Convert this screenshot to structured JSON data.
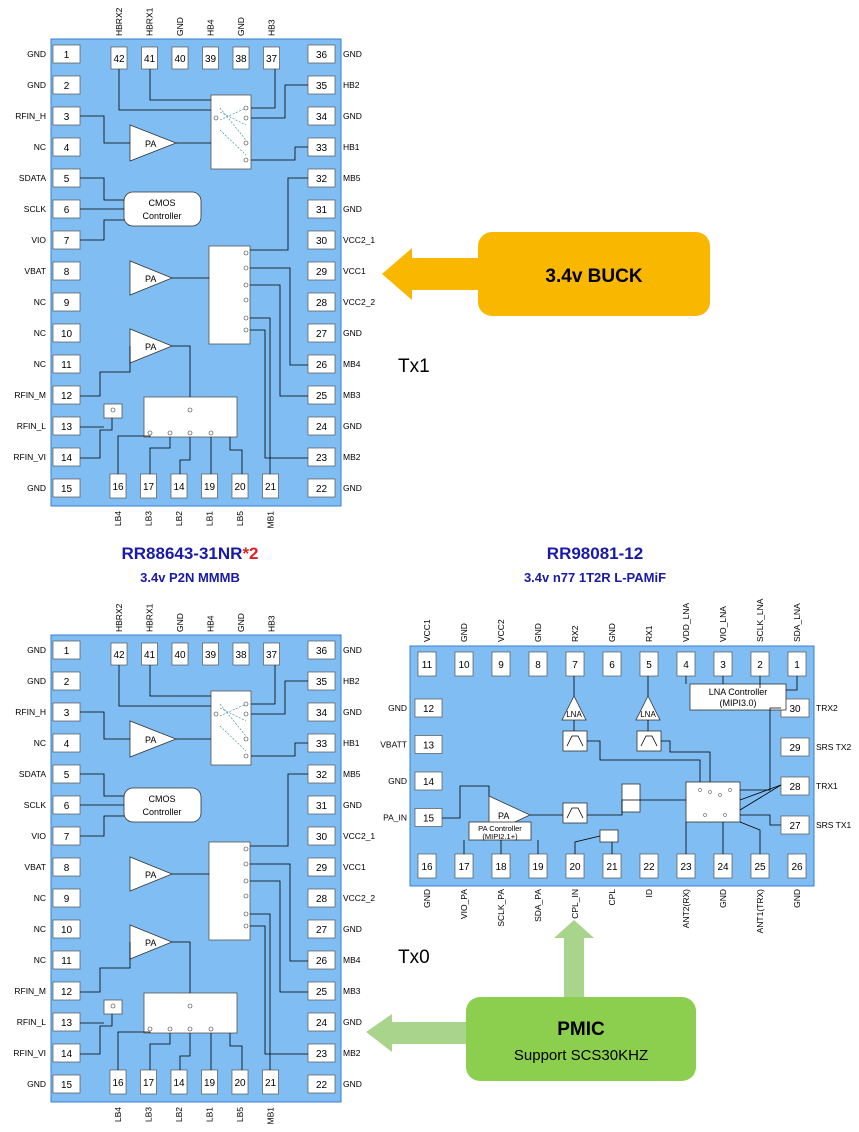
{
  "chip_a": {
    "name": "RR88643-31NR",
    "name_suffix": "*2",
    "subtitle": "3.4v P2N MMMB",
    "left_pins": [
      {
        "num": "1",
        "label": "GND"
      },
      {
        "num": "2",
        "label": "GND"
      },
      {
        "num": "3",
        "label": "RFIN_H"
      },
      {
        "num": "4",
        "label": "NC"
      },
      {
        "num": "5",
        "label": "SDATA"
      },
      {
        "num": "6",
        "label": "SCLK"
      },
      {
        "num": "7",
        "label": "VIO"
      },
      {
        "num": "8",
        "label": "VBAT"
      },
      {
        "num": "9",
        "label": "NC"
      },
      {
        "num": "10",
        "label": "NC"
      },
      {
        "num": "11",
        "label": "NC"
      },
      {
        "num": "12",
        "label": "RFIN_M"
      },
      {
        "num": "13",
        "label": "RFIN_L"
      },
      {
        "num": "14",
        "label": "RFIN_VI"
      },
      {
        "num": "15",
        "label": "GND"
      }
    ],
    "right_pins": [
      {
        "num": "36",
        "label": "GND"
      },
      {
        "num": "35",
        "label": "HB2"
      },
      {
        "num": "34",
        "label": "GND"
      },
      {
        "num": "33",
        "label": "HB1"
      },
      {
        "num": "32",
        "label": "MB5"
      },
      {
        "num": "31",
        "label": "GND"
      },
      {
        "num": "30",
        "label": "VCC2_1"
      },
      {
        "num": "29",
        "label": "VCC1"
      },
      {
        "num": "28",
        "label": "VCC2_2"
      },
      {
        "num": "27",
        "label": "GND"
      },
      {
        "num": "26",
        "label": "MB4"
      },
      {
        "num": "25",
        "label": "MB3"
      },
      {
        "num": "24",
        "label": "GND"
      },
      {
        "num": "23",
        "label": "MB2"
      },
      {
        "num": "22",
        "label": "GND"
      }
    ],
    "top_pins": [
      {
        "num": "42",
        "label": "HBRX2"
      },
      {
        "num": "41",
        "label": "HBRX1"
      },
      {
        "num": "40",
        "label": "GND"
      },
      {
        "num": "39",
        "label": "HB4"
      },
      {
        "num": "38",
        "label": "GND"
      },
      {
        "num": "37",
        "label": "HB3"
      }
    ],
    "bottom_pins": [
      {
        "num": "16",
        "label": "LB4"
      },
      {
        "num": "17",
        "label": "LB3"
      },
      {
        "num": "14",
        "label": "LB2"
      },
      {
        "num": "19",
        "label": "LB1"
      },
      {
        "num": "20",
        "label": "LB5"
      },
      {
        "num": "21",
        "label": "MB1"
      }
    ],
    "pa_label": "PA",
    "cmos_line1": "CMOS",
    "cmos_line2": "Controller"
  },
  "chip_b": {
    "name": "RR98081-12",
    "subtitle": "3.4v n77 1T2R L-PAMiF",
    "top_pins": [
      {
        "num": "11",
        "label": "VCC1"
      },
      {
        "num": "10",
        "label": "GND"
      },
      {
        "num": "9",
        "label": "VCC2"
      },
      {
        "num": "8",
        "label": "GND"
      },
      {
        "num": "7",
        "label": "RX2"
      },
      {
        "num": "6",
        "label": "GND"
      },
      {
        "num": "5",
        "label": "RX1"
      },
      {
        "num": "4",
        "label": "VDD_LNA"
      },
      {
        "num": "3",
        "label": "VIO_LNA"
      },
      {
        "num": "2",
        "label": "SCLK_LNA"
      },
      {
        "num": "1",
        "label": "SDA_LNA"
      }
    ],
    "bottom_pins": [
      {
        "num": "16",
        "label": "GND"
      },
      {
        "num": "17",
        "label": "VIO_PA"
      },
      {
        "num": "18",
        "label": "SCLK_PA"
      },
      {
        "num": "19",
        "label": "SDA_PA"
      },
      {
        "num": "20",
        "label": "CPL_IN"
      },
      {
        "num": "21",
        "label": "CPL"
      },
      {
        "num": "22",
        "label": "ID"
      },
      {
        "num": "23",
        "label": "ANT2(RX)"
      },
      {
        "num": "24",
        "label": "GND"
      },
      {
        "num": "25",
        "label": "ANT1(TRX)"
      },
      {
        "num": "26",
        "label": "GND"
      }
    ],
    "left_pins": [
      {
        "num": "12",
        "label": "GND"
      },
      {
        "num": "13",
        "label": "VBATT"
      },
      {
        "num": "14",
        "label": "GND"
      },
      {
        "num": "15",
        "label": "PA_IN"
      }
    ],
    "right_pins": [
      {
        "num": "30",
        "label": "TRX2"
      },
      {
        "num": "29",
        "label": "SRS TX2"
      },
      {
        "num": "28",
        "label": "TRX1"
      },
      {
        "num": "27",
        "label": "SRS TX1"
      }
    ],
    "lna_label": "LNA",
    "pa_label": "PA",
    "lna_ctrl_line1": "LNA Controller",
    "lna_ctrl_line2": "(MIPI3.0)",
    "pa_ctrl_line1": "PA Controller",
    "pa_ctrl_line2": "(MIPI2.1+)"
  },
  "annotations": {
    "tx1": "Tx1",
    "tx0": "Tx0",
    "buck_label": "3.4v BUCK",
    "pmic_title": "PMIC",
    "pmic_subtitle": "Support SCS30KHZ"
  },
  "colors": {
    "chip_fill": "#7fbdf2",
    "chip_border": "#3a7fd0",
    "pin_fill": "#ffffff",
    "title_blue": "#1a1aa8",
    "title_red": "#e02020",
    "buck_fill": "#f9b700",
    "pmic_fill": "#8ccf4f",
    "pmic_arrow": "#a8d48c"
  }
}
